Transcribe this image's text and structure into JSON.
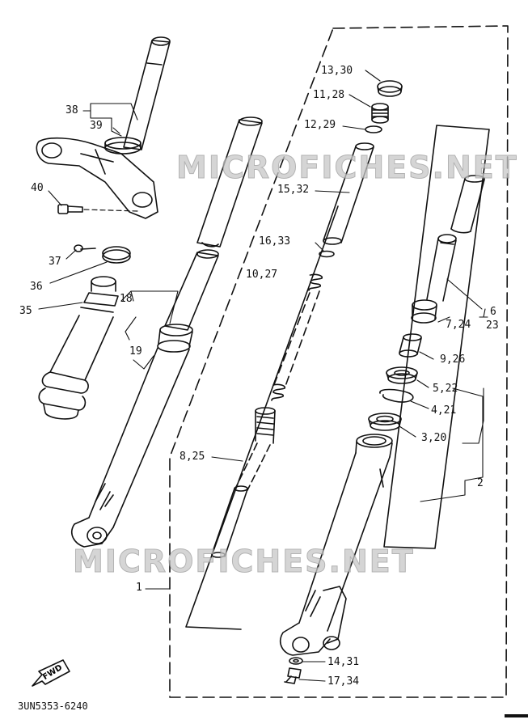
{
  "callouts": {
    "c38": "38",
    "c39": "39",
    "c40": "40",
    "c37": "37",
    "c36": "36",
    "c35": "35",
    "c18": "18",
    "c19": "19",
    "c1": "1",
    "c13_30": "13,30",
    "c11_28": "11,28",
    "c12_29": "12,29",
    "c15_32": "15,32",
    "c16_33": "16,33",
    "c10_27": "10,27",
    "c8_25": "8,25",
    "c6": "6",
    "c23": "23",
    "c7_24": "7,24",
    "c9_26": "9,26",
    "c5_22": "5,22",
    "c4_21": "4,21",
    "c3_20": "3,20",
    "c2": "2",
    "c14_31": "14,31",
    "c17_34": "17,34"
  },
  "watermark": "MICROFICHES.NET",
  "diagram_code": "3UN5353-6240",
  "fwd_label": "FWD"
}
